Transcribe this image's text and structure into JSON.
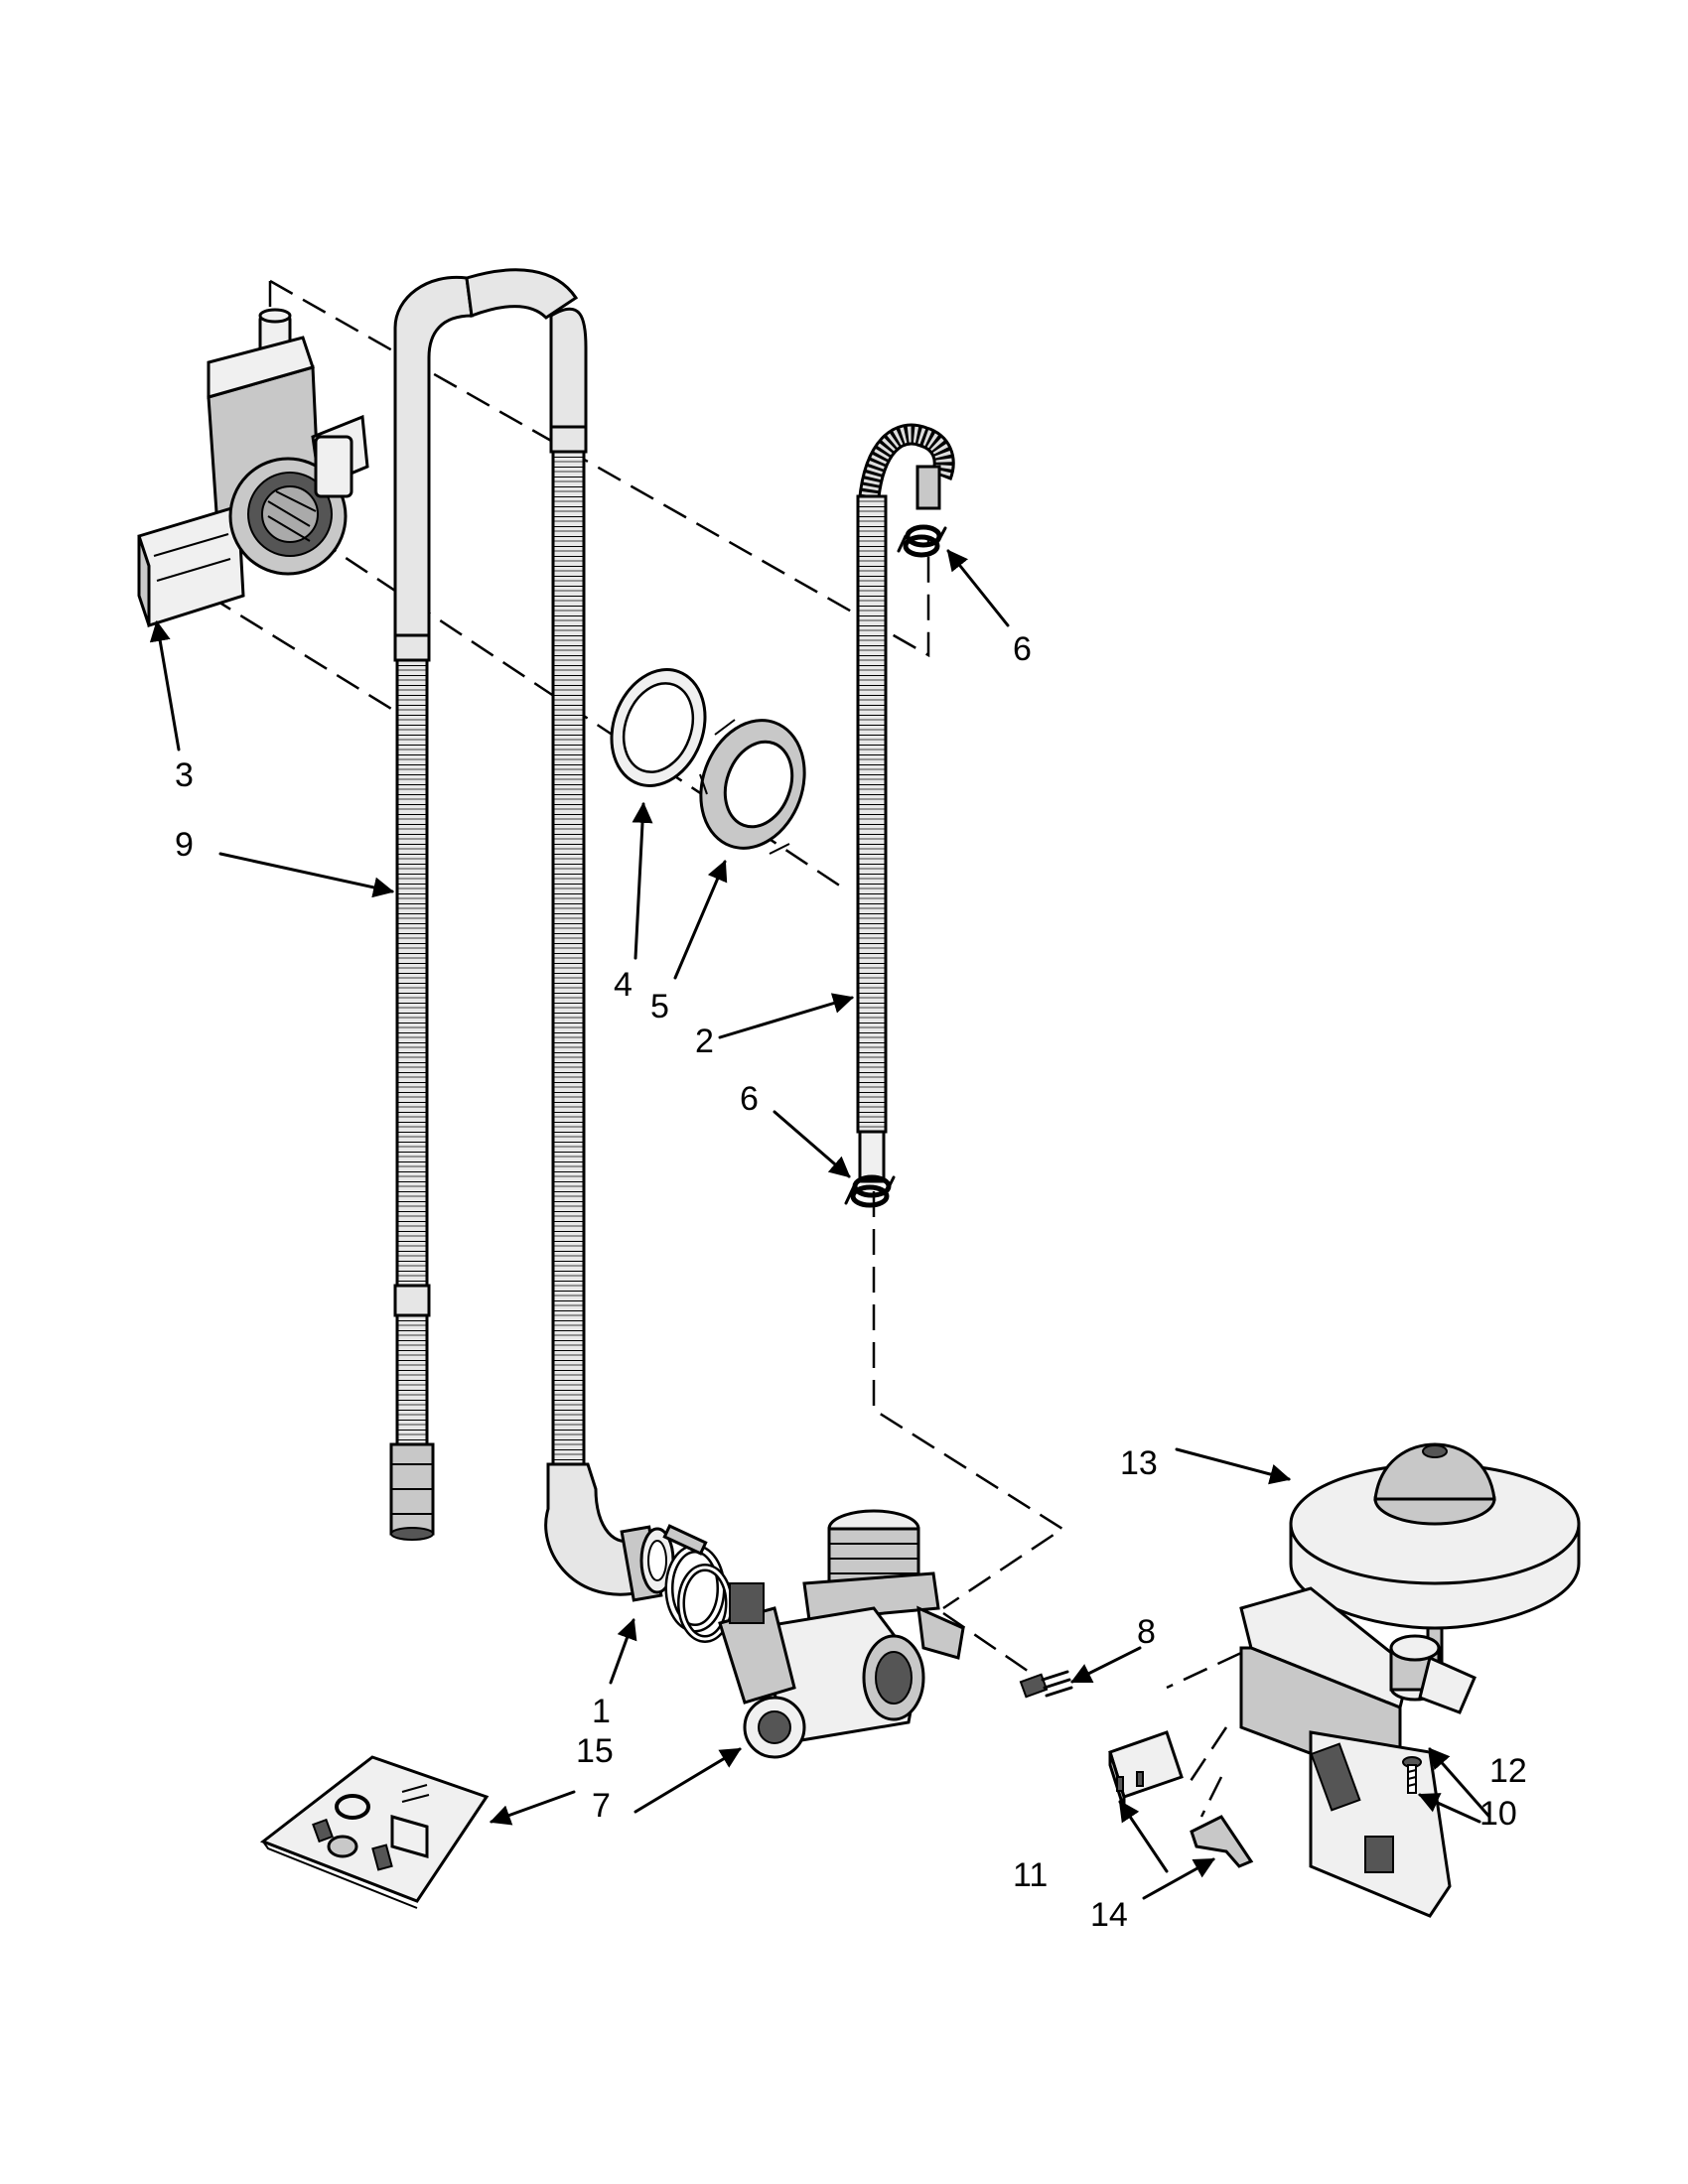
{
  "diagram": {
    "callouts": [
      {
        "id": "1",
        "label": "1"
      },
      {
        "id": "2",
        "label": "2"
      },
      {
        "id": "3",
        "label": "3"
      },
      {
        "id": "4",
        "label": "4"
      },
      {
        "id": "5",
        "label": "5"
      },
      {
        "id": "6a",
        "label": "6"
      },
      {
        "id": "6b",
        "label": "6"
      },
      {
        "id": "7",
        "label": "7"
      },
      {
        "id": "8",
        "label": "8"
      },
      {
        "id": "9",
        "label": "9"
      },
      {
        "id": "10",
        "label": "10"
      },
      {
        "id": "11",
        "label": "11"
      },
      {
        "id": "12",
        "label": "12"
      },
      {
        "id": "13",
        "label": "13"
      },
      {
        "id": "14",
        "label": "14"
      },
      {
        "id": "15",
        "label": "15"
      }
    ]
  }
}
